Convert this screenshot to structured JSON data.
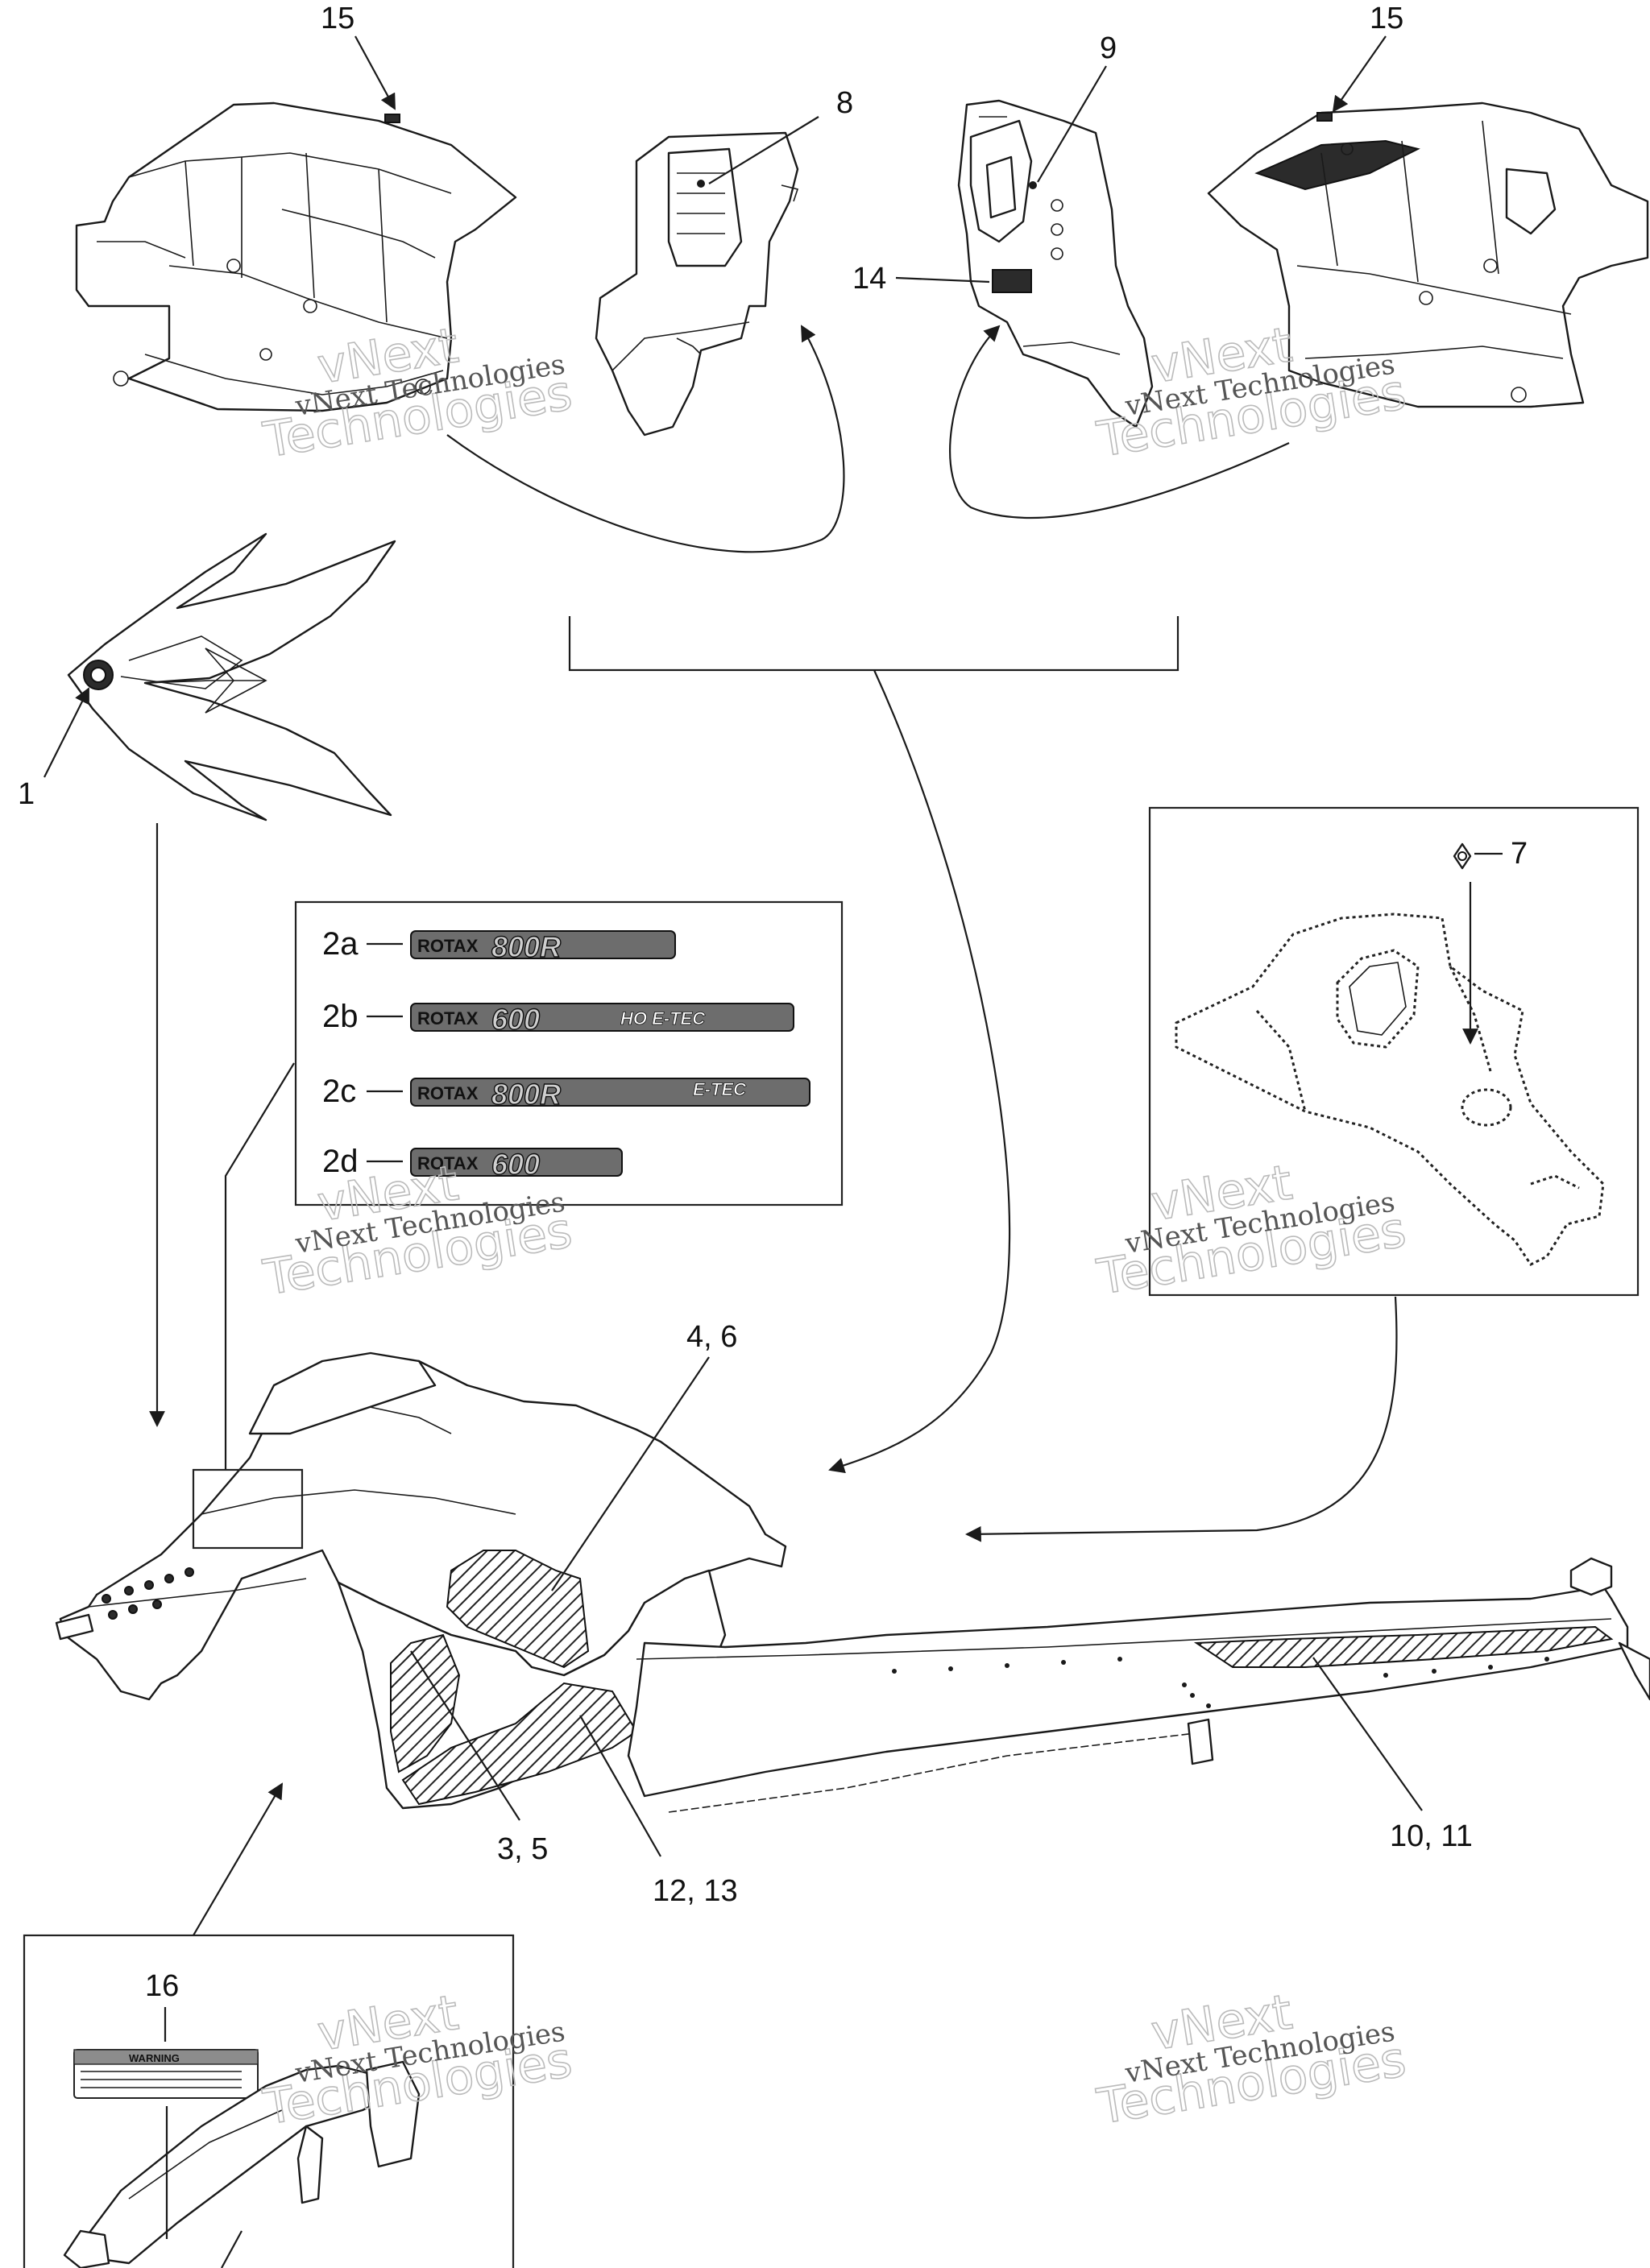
{
  "callouts": {
    "c15_left": "15",
    "c8": "8",
    "c9": "9",
    "c15_right": "15",
    "c14": "14",
    "c1": "1",
    "c7": "7",
    "c2a": "2a",
    "c2b": "2b",
    "c2c": "2c",
    "c2d": "2d",
    "c4_6": "4, 6",
    "c3_5": "3, 5",
    "c12_13": "12, 13",
    "c10_11": "10, 11",
    "c16": "16"
  },
  "decals": {
    "d2a": {
      "brand": "ROTAX",
      "model": "800R",
      "suffix": ""
    },
    "d2b": {
      "brand": "ROTAX",
      "model": "600",
      "suffix": "HO E-TEC"
    },
    "d2c": {
      "brand": "ROTAX",
      "model": "800R",
      "suffix": "E-TEC"
    },
    "d2d": {
      "brand": "ROTAX",
      "model": "600",
      "suffix": ""
    }
  },
  "warning_label": {
    "heading": "WARNING"
  },
  "watermark": {
    "line1": "vNext Technologies",
    "line2": "vNext",
    "line3": "Technologies"
  },
  "colors": {
    "line": "#1a1a1a",
    "background": "#ffffff",
    "watermark": "#bbbbbb"
  }
}
